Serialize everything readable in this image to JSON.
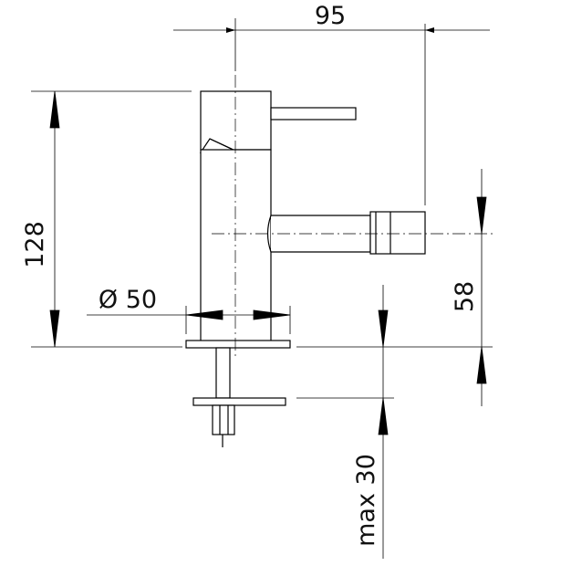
{
  "drawing": {
    "line_color": "#000000",
    "fill_color": "#ffffff"
  },
  "dimensions": {
    "width_95": "95",
    "height_128": "128",
    "spout_58": "58",
    "diameter_50": "Ø 50",
    "max_30": "max 30"
  }
}
